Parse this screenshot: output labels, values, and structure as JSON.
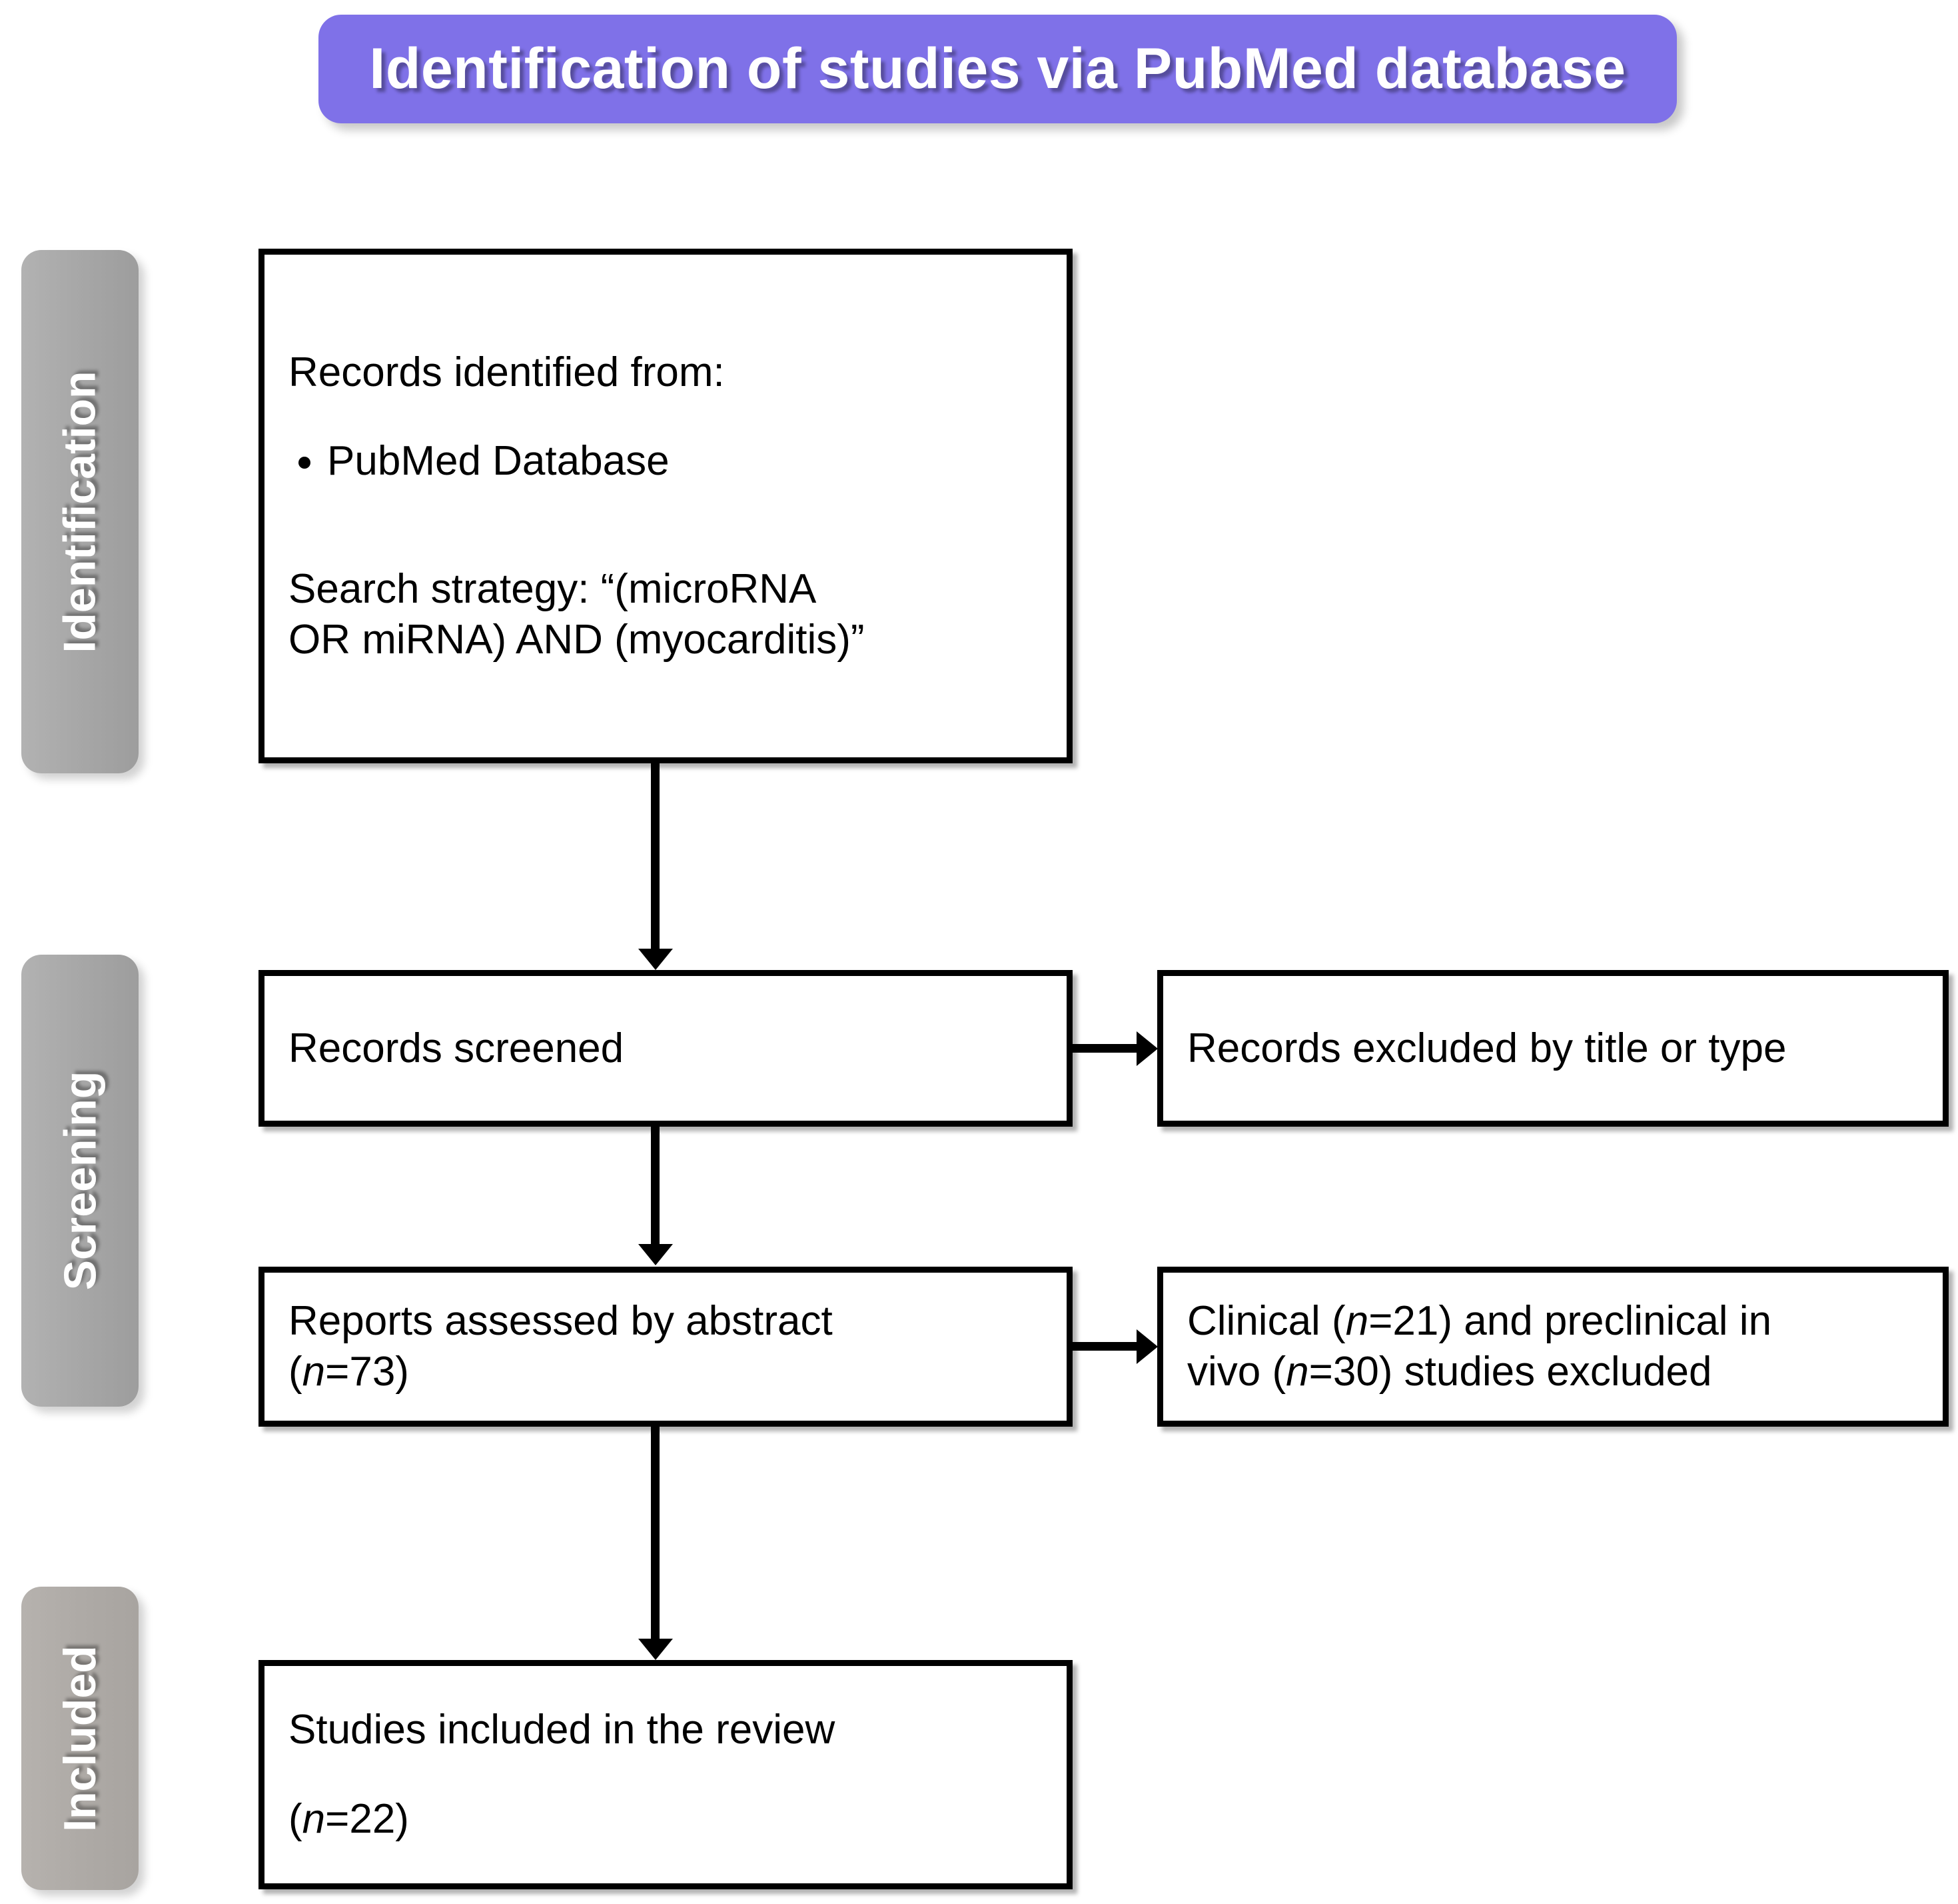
{
  "diagram": {
    "title": "Identification of studies via PubMed database",
    "accent_purple": "#7F71E8",
    "stage_gray": "#A8A8A8",
    "stage_warm_gray": "#AEAAA6",
    "border_color": "#000000"
  },
  "stages": [
    {
      "id": "identification",
      "label": "Identification"
    },
    {
      "id": "screening",
      "label": "Screening"
    },
    {
      "id": "included",
      "label": "Included"
    }
  ],
  "boxes": {
    "identified": {
      "heading": "Records identified from:",
      "sources": [
        "PubMed Database"
      ],
      "search_label": "Search strategy: “(microRNA",
      "search_line2": "OR miRNA) AND (myocarditis)”"
    },
    "screened": {
      "label": "Records screened"
    },
    "screened_excluded": {
      "label": "Records excluded by title or type"
    },
    "assessed": {
      "label": "Reports assessed by abstract",
      "n_prefix": "(",
      "n_symbol": "n",
      "n_value": "=73)"
    },
    "assessed_excluded": {
      "line1_a": "Clinical (",
      "line1_n": "n",
      "line1_b": "=21) and preclinical in",
      "line2_a": "vivo (",
      "line2_n": "n",
      "line2_b": "=30) studies excluded"
    },
    "included": {
      "label": "Studies included in the review",
      "n_prefix": "(",
      "n_symbol": "n",
      "n_value": "=22)"
    }
  }
}
